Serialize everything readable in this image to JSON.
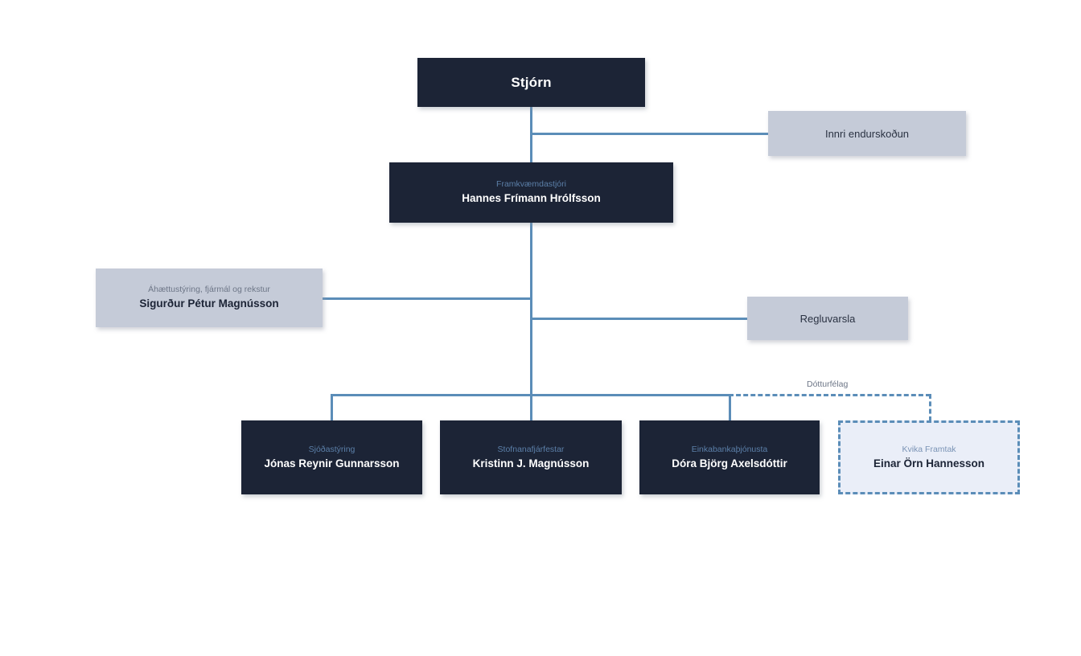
{
  "diagram": {
    "type": "org-chart",
    "language": "is",
    "background_color": "#ffffff",
    "accent_color": "#5b8db8",
    "dark_node_color": "#1c2436",
    "gray_node_color": "#c5cbd8",
    "subsidiary_node_color": "#eaeef8"
  },
  "nodes": {
    "board": {
      "title": "Stjórn"
    },
    "ceo": {
      "role": "Framkvæmdastjóri",
      "name": "Hannes Frímann Hrólfsson"
    },
    "internal_audit": {
      "label": "Innri endurskoðun"
    },
    "compliance": {
      "label": "Regluvarsla"
    },
    "risk_finance": {
      "role": "Áhættustýring, fjármál og rekstur",
      "name": "Sigurður Pétur Magnússon"
    },
    "fund_management": {
      "role": "Sjóðastýring",
      "name": "Jónas Reynir Gunnarsson"
    },
    "institutional_investors": {
      "role": "Stofnanafjárfestar",
      "name": "Kristinn J. Magnússon"
    },
    "private_banking": {
      "role": "Einkabankaþjónusta",
      "name": "Dóra Björg Axelsdóttir"
    },
    "subsidiary": {
      "role": "Kvika Framtak",
      "name": "Einar Örn Hannesson"
    }
  },
  "annotations": {
    "subsidiary_label": "Dótturfélag"
  }
}
